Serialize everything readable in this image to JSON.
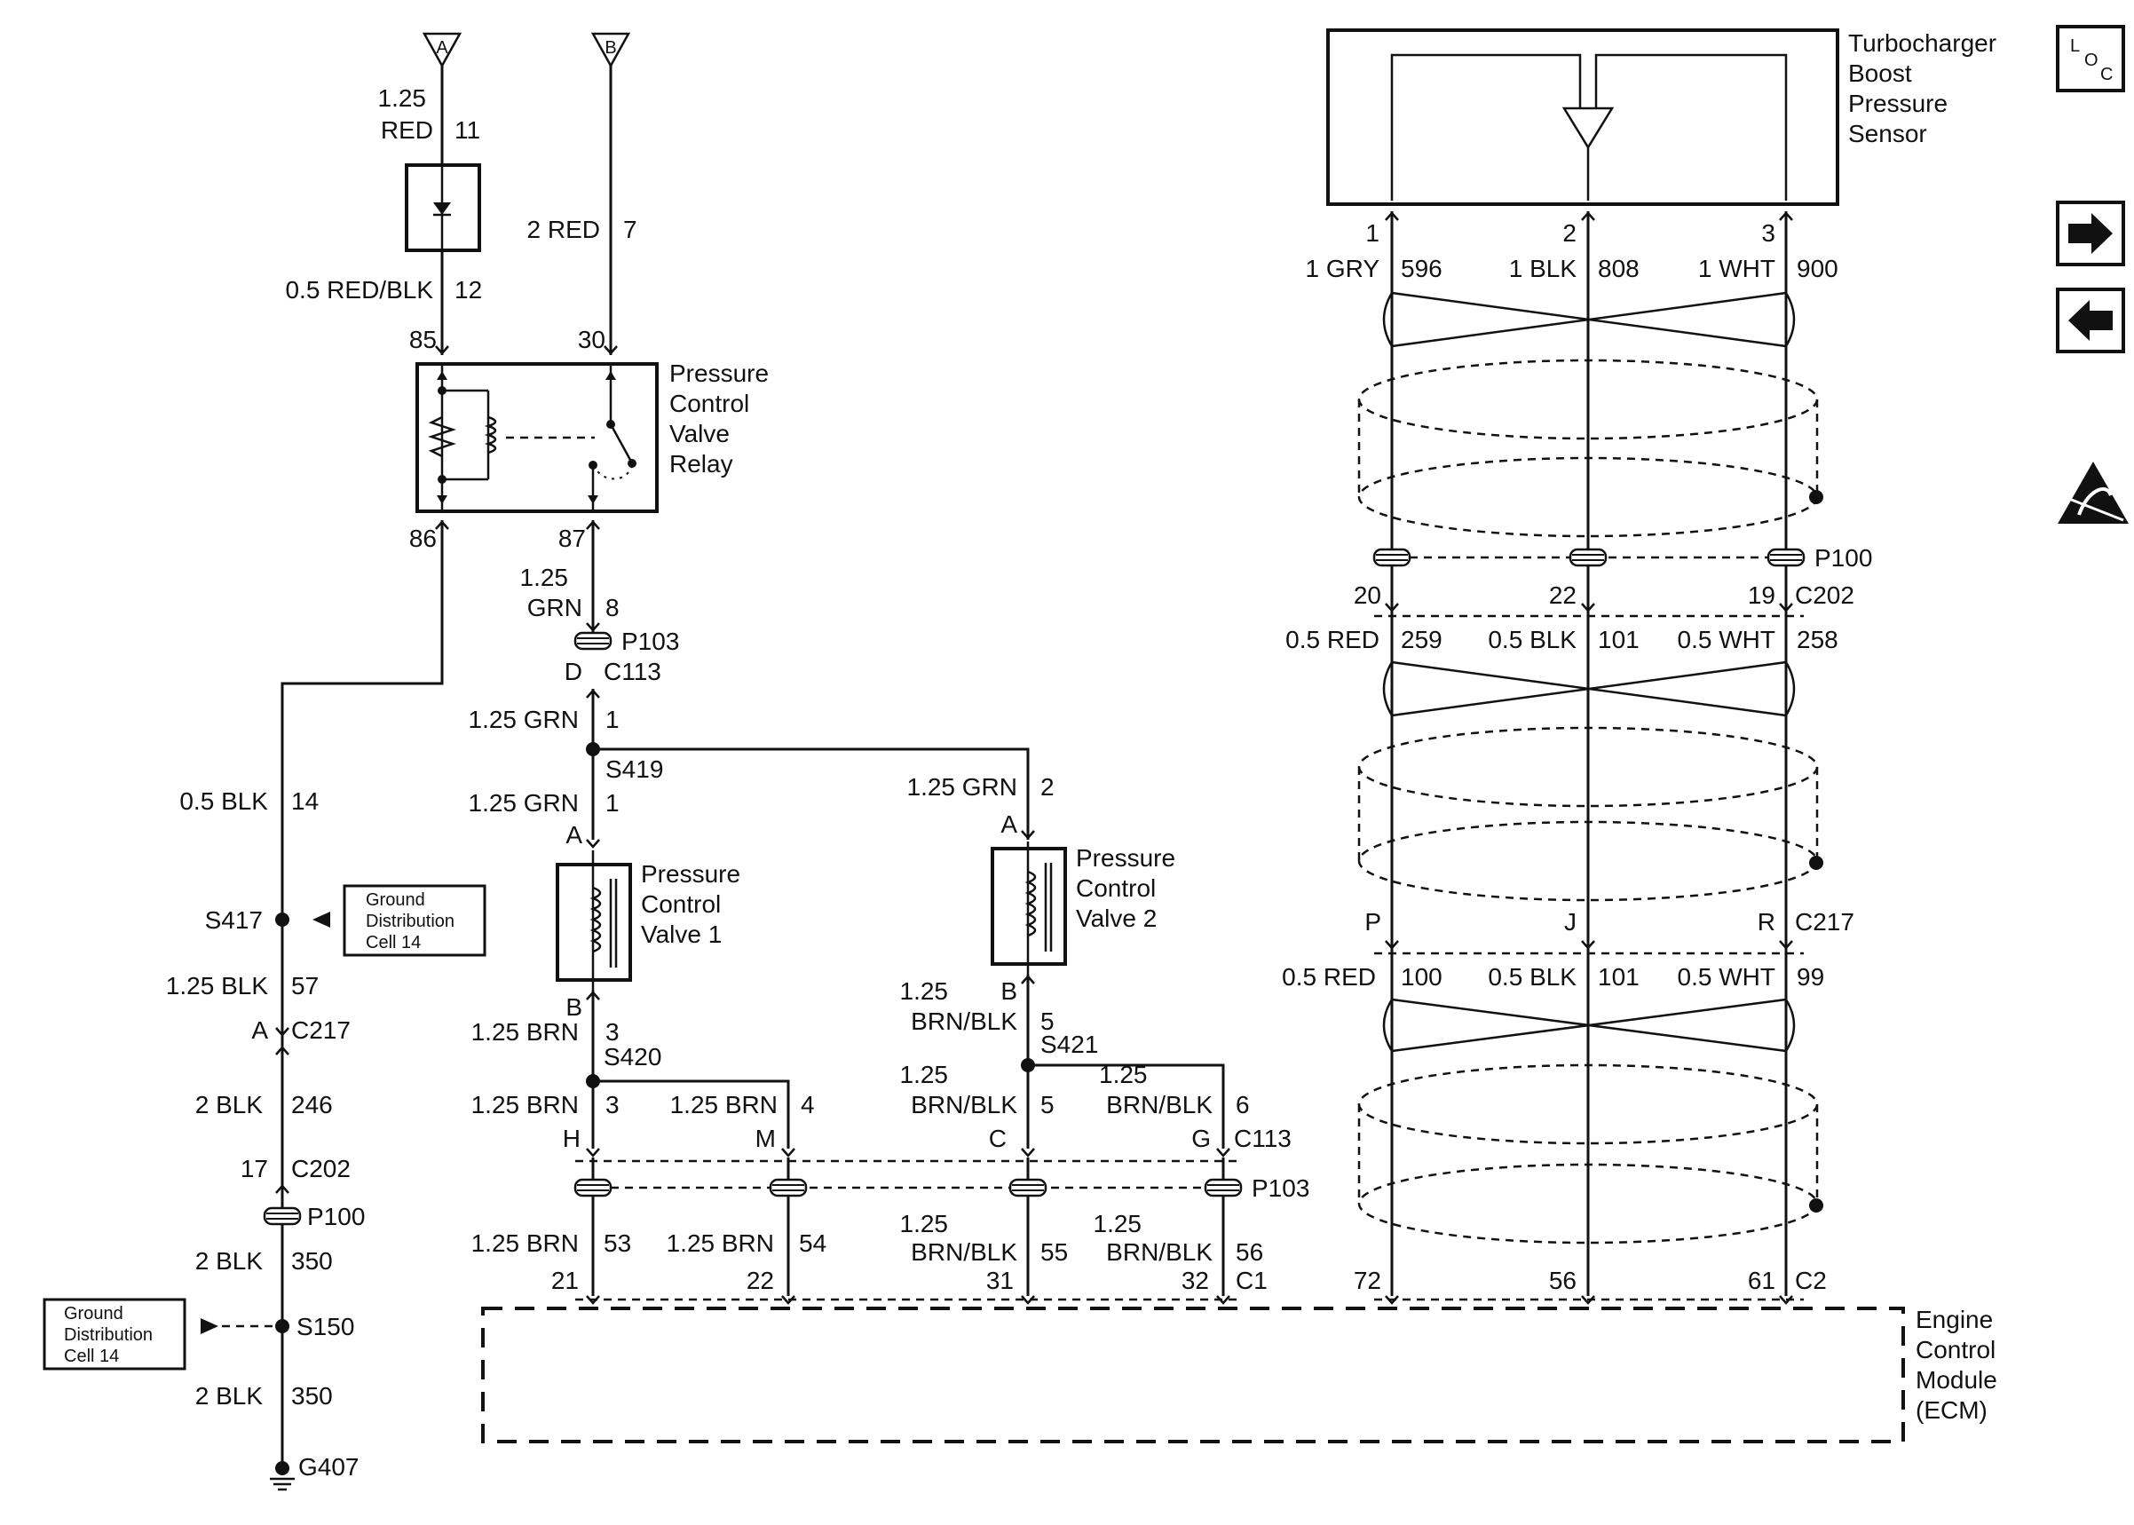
{
  "connectors_top": {
    "a": "A",
    "b": "B"
  },
  "relay": {
    "title_lines": [
      "Pressure",
      "Control",
      "Valve",
      "Relay"
    ],
    "pins": {
      "p85": "85",
      "p30": "30",
      "p86": "86",
      "p87": "87"
    },
    "feed_a": {
      "gauge": "1.25",
      "color": "RED",
      "circuit": "11"
    },
    "after_fuse": {
      "label": "0.5 RED/BLK",
      "circuit": "12"
    },
    "feed_b": {
      "label": "2 RED",
      "circuit": "7"
    },
    "out87": {
      "gauge": "1.25",
      "color": "GRN",
      "circuit": "8"
    },
    "ground_wire": {
      "label": "0.5 BLK",
      "circuit": "14"
    }
  },
  "grn_branch": {
    "p103": "P103",
    "pin_d": "D",
    "c113": "C113",
    "wire1": {
      "label": "1.25 GRN",
      "circuit": "1"
    },
    "splice": "S419",
    "wire_below": {
      "label": "1.25 GRN",
      "circuit": "1"
    },
    "wire_right": {
      "label": "1.25 GRN",
      "circuit": "2"
    }
  },
  "valve1": {
    "title_lines": [
      "Pressure",
      "Control",
      "Valve 1"
    ],
    "pin_a": "A",
    "pin_b": "B",
    "out": {
      "label": "1.25 BRN",
      "circuit": "3"
    },
    "splice": "S420",
    "wire_h": {
      "label": "1.25 BRN",
      "circuit": "3",
      "pin": "H"
    },
    "wire_m": {
      "label": "1.25 BRN",
      "circuit": "4",
      "pin": "M"
    }
  },
  "valve2": {
    "title_lines": [
      "Pressure",
      "Control",
      "Valve 2"
    ],
    "pin_a": "A",
    "pin_b": "B",
    "out": {
      "gauge": "1.25",
      "color": "BRN/BLK",
      "circuit": "5"
    },
    "splice": "S421",
    "wire_c": {
      "gauge": "1.25",
      "color": "BRN/BLK",
      "circuit": "5",
      "pin": "C"
    },
    "wire_g": {
      "gauge": "1.25",
      "color": "BRN/BLK",
      "circuit": "6",
      "pin": "G"
    }
  },
  "c113_bottom": "C113",
  "p103_bottom": "P103",
  "ecm_wires": [
    {
      "label": "1.25 BRN",
      "circuit": "53",
      "pin": "21"
    },
    {
      "label": "1.25 BRN",
      "circuit": "54",
      "pin": "22"
    },
    {
      "gauge": "1.25",
      "color": "BRN/BLK",
      "circuit": "55",
      "pin": "31"
    },
    {
      "gauge": "1.25",
      "color": "BRN/BLK",
      "circuit": "56",
      "pin": "32"
    }
  ],
  "c1": "C1",
  "ground_left": {
    "splice_s417": "S417",
    "gdc_box_lines": [
      "Ground",
      "Distribution",
      "Cell 14"
    ],
    "wire57": {
      "label": "1.25 BLK",
      "circuit": "57"
    },
    "pin_a": "A",
    "c217": "C217",
    "wire246": {
      "label": "2 BLK",
      "circuit": "246"
    },
    "pin17": "17",
    "c202": "C202",
    "p100": "P100",
    "wire350a": {
      "label": "2 BLK",
      "circuit": "350"
    },
    "splice_s150": "S150",
    "gdc_box2_lines": [
      "Ground",
      "Distribution",
      "Cell 14"
    ],
    "wire350b": {
      "label": "2 BLK",
      "circuit": "350"
    },
    "ground": "G407"
  },
  "sensor": {
    "title_lines": [
      "Turbocharger",
      "Boost",
      "Pressure",
      "Sensor"
    ],
    "pins": [
      "1",
      "2",
      "3"
    ],
    "wires_top": [
      {
        "label": "1 GRY",
        "circuit": "596"
      },
      {
        "label": "1 BLK",
        "circuit": "808"
      },
      {
        "label": "1 WHT",
        "circuit": "900"
      }
    ],
    "p100": "P100",
    "c202_pins": [
      "20",
      "22",
      "19"
    ],
    "c202": "C202",
    "wires_mid": [
      {
        "label": "0.5 RED",
        "circuit": "259"
      },
      {
        "label": "0.5 BLK",
        "circuit": "101"
      },
      {
        "label": "0.5 WHT",
        "circuit": "258"
      }
    ],
    "c217_pins": [
      "P",
      "J",
      "R"
    ],
    "c217": "C217",
    "wires_low": [
      {
        "label": "0.5 RED",
        "circuit": "100"
      },
      {
        "label": "0.5 BLK",
        "circuit": "101"
      },
      {
        "label": "0.5 WHT",
        "circuit": "99"
      }
    ],
    "c2_pins": [
      "72",
      "56",
      "61"
    ],
    "c2": "C2"
  },
  "ecm": {
    "title_lines": [
      "Engine",
      "Control",
      "Module",
      "(ECM)"
    ]
  },
  "sidebar": {
    "loc_letters": [
      "L",
      "O",
      "C"
    ],
    "next_icon": "right-arrow-icon",
    "prev_icon": "left-arrow-icon",
    "esd_icon": "esd-warning-icon"
  }
}
